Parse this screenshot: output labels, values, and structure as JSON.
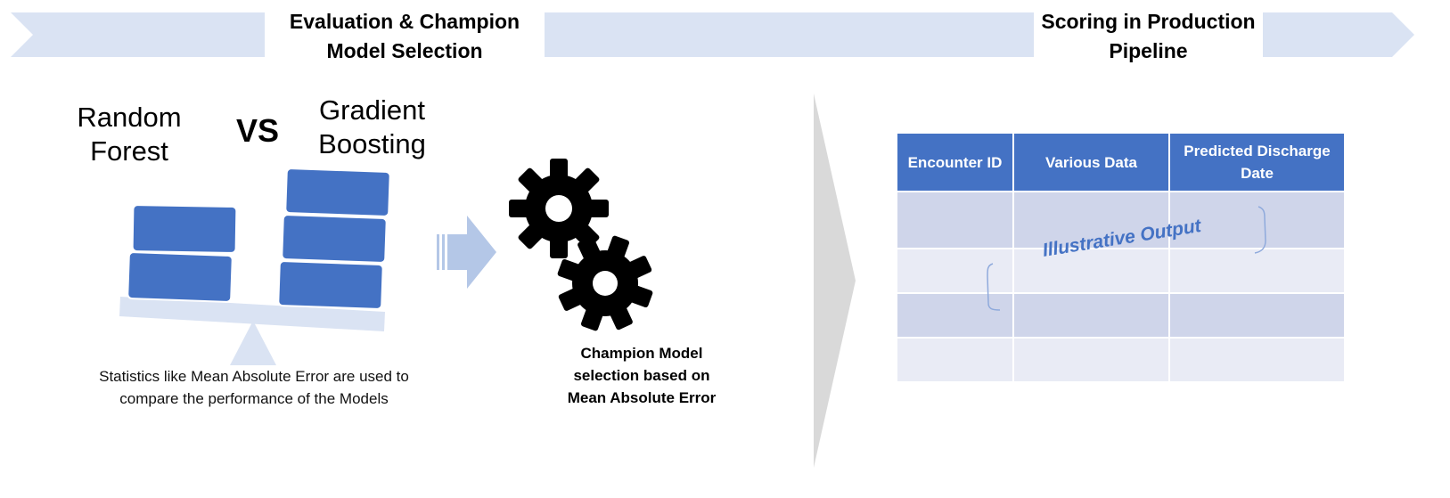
{
  "banner": {
    "stage1_title": "Evaluation & Champion Model Selection",
    "stage2_title": "Scoring in Production Pipeline",
    "color": "#dae3f3"
  },
  "comparison": {
    "model_a": "Random Forest",
    "vs": "VS",
    "model_b": "Gradient Boosting",
    "caption": "Statistics like Mean Absolute Error are used to compare the performance of the Models",
    "block_color": "#4472c4"
  },
  "champion": {
    "icon": "gears-icon",
    "caption": "Champion Model selection based on Mean Absolute Error"
  },
  "output_table": {
    "headers": [
      "Encounter ID",
      "Various Data",
      "Predicted Discharge Date"
    ],
    "row_count": 4,
    "watermark": "Illustrative Output",
    "header_color": "#4472c4"
  }
}
